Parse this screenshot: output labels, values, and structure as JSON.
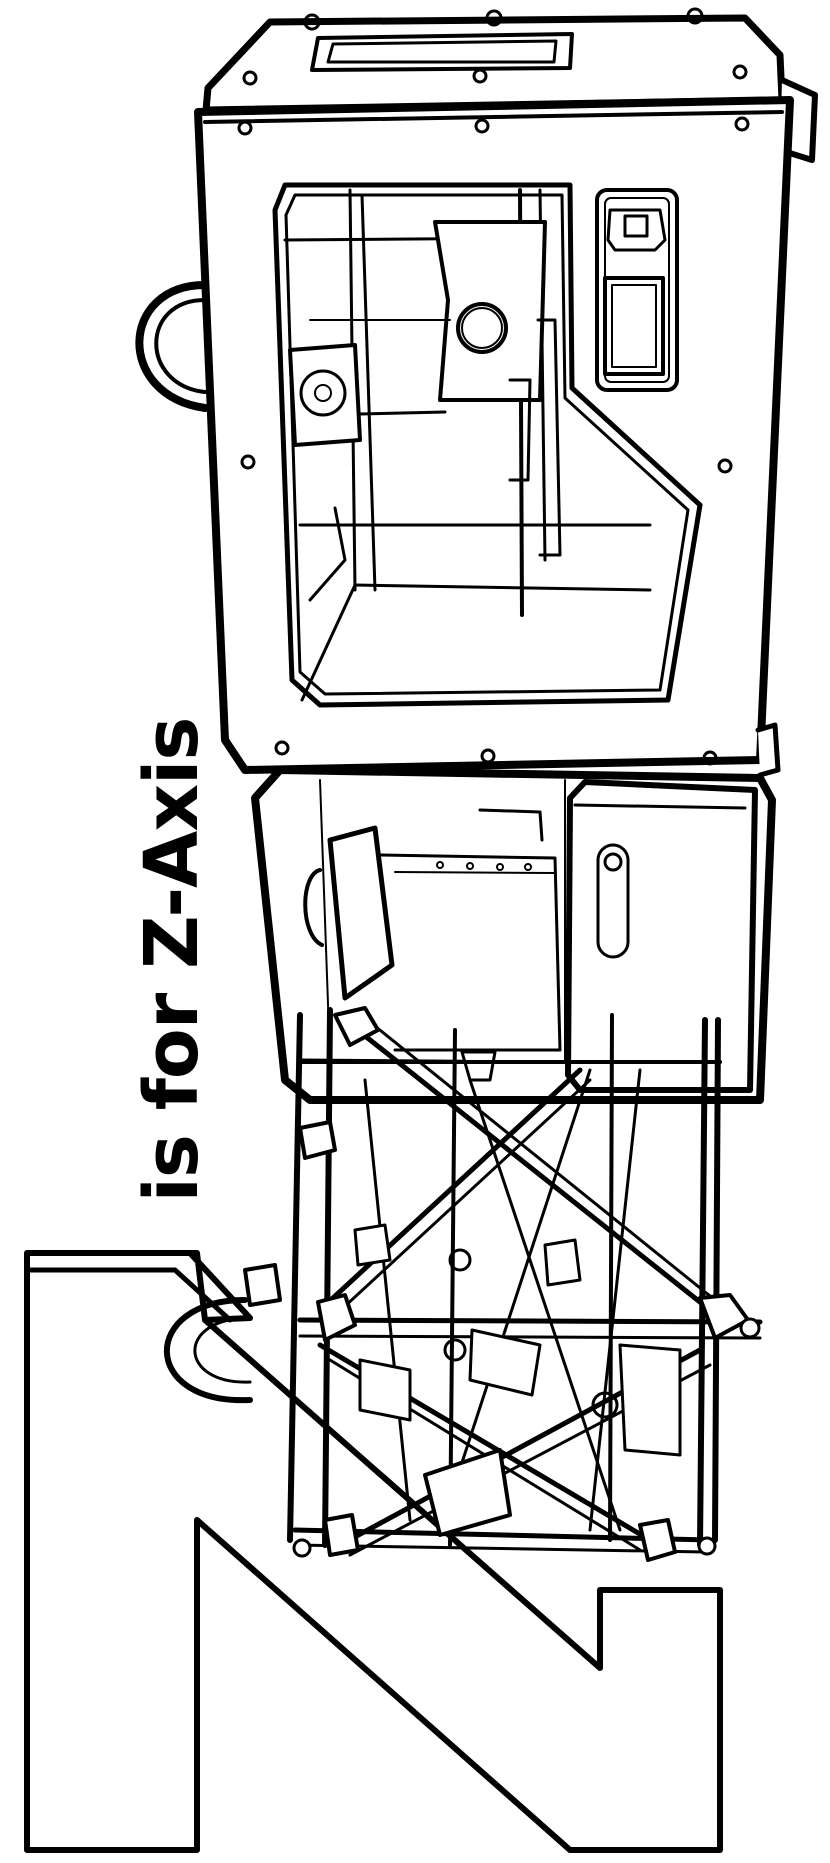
{
  "caption": "is for Z-Axis",
  "letter": "Z",
  "colors": {
    "ink": "#000000",
    "paper": "#ffffff"
  },
  "illustrations": [
    {
      "name": "enclosed-3d-printer",
      "icon": "printer-icon"
    },
    {
      "name": "open-frame-3d-printer",
      "icon": "printer-icon"
    },
    {
      "name": "reprap-frame-printer",
      "icon": "printer-icon"
    }
  ]
}
